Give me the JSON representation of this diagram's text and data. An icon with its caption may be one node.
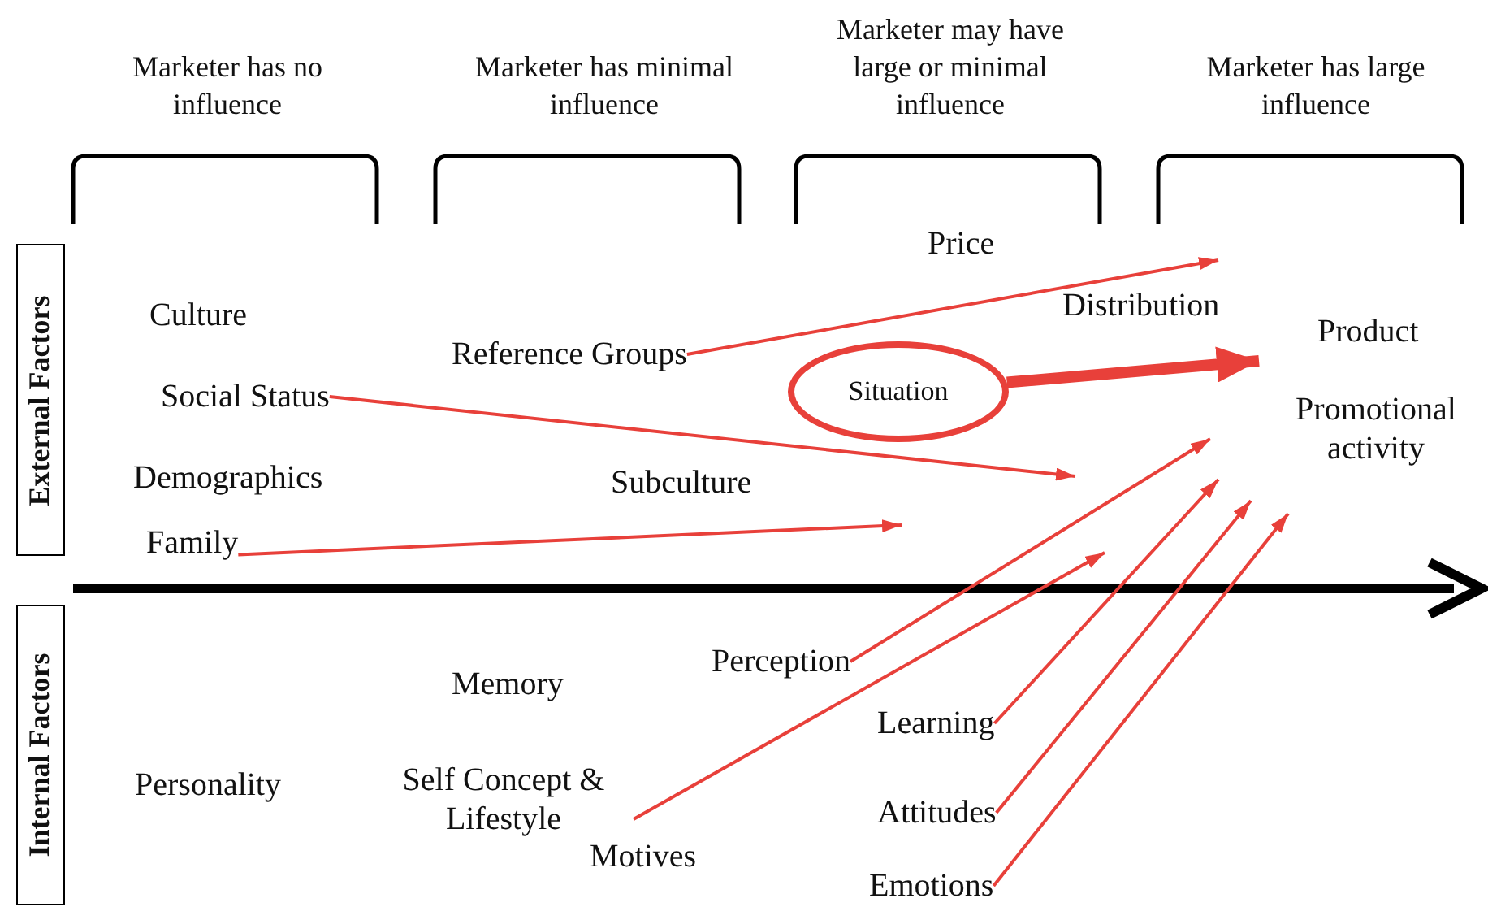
{
  "diagram": {
    "nodes": [
      {
        "text": [
          "External Factors"
        ]
      },
      {
        "text": [
          "Internal Factors"
        ]
      },
      {
        "text": [
          "Reference Groups"
        ]
      },
      {
        "text": [
          "Social Status"
        ]
      },
      {
        "text": [
          "Family"
        ]
      },
      {
        "text": [
          "Situation"
        ]
      },
      {
        "text": [
          "Perception"
        ]
      },
      {
        "text": [
          "Self Concept & Lifestyle"
        ]
      },
      {
        "text": [
          "Learning"
        ]
      },
      {
        "text": [
          "Attitudes"
        ]
      },
      {
        "text": [
          "Emotions"
        ]
      }
    ],
    "edges": [
      {
        "from": 2,
        "to": null,
        "arrow": "to"
      },
      {
        "from": 3,
        "to": null,
        "arrow": "to"
      },
      {
        "from": 4,
        "to": null,
        "arrow": "to"
      },
      {
        "from": 5,
        "to": null,
        "arrow": "to",
        "style": "thick"
      },
      {
        "from": 6,
        "to": null,
        "arrow": "to"
      },
      {
        "from": 7,
        "to": null,
        "arrow": "to"
      },
      {
        "from": 8,
        "to": null,
        "arrow": "to"
      },
      {
        "from": 9,
        "to": null,
        "arrow": "to"
      },
      {
        "from": 10,
        "to": null,
        "arrow": "to"
      }
    ],
    "labels": [
      "Marketer has no influence",
      "Marketer has minimal influence",
      "Marketer may have large or minimal influence",
      "Marketer has large influence",
      "Price",
      "Culture",
      "Distribution",
      "Product",
      "Promotional activity",
      "Demographics",
      "Subculture",
      "Memory",
      "Personality",
      "Motives"
    ]
  }
}
